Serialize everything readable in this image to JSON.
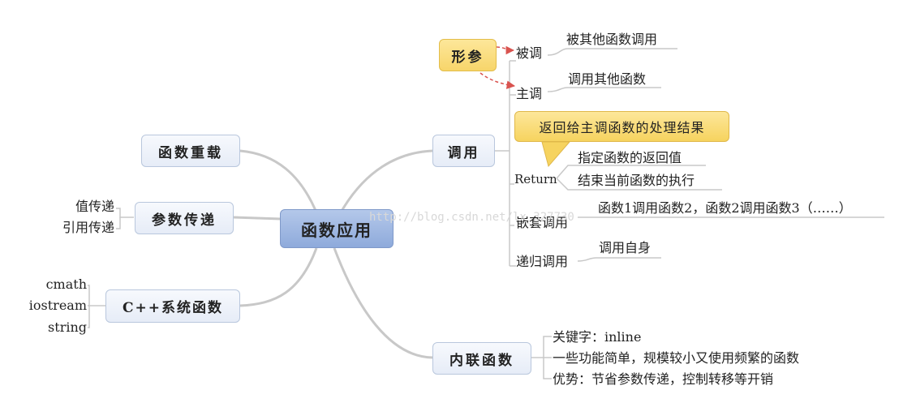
{
  "center": "函数应用",
  "left_nodes": {
    "overload": "函数重载",
    "params": "参数传递",
    "params_leaves": [
      "值传递",
      "引用传递"
    ],
    "cpp": "C++系统函数",
    "cpp_leaves": [
      "cmath",
      "iostream",
      "string"
    ]
  },
  "call": {
    "label": "调用",
    "formal": "形参",
    "called": "被调",
    "called_desc": "被其他函数调用",
    "caller": "主调",
    "caller_desc": "调用其他函数",
    "callout": "返回给主调函数的处理结果",
    "return_label": "Return",
    "return_leaves": [
      "指定函数的返回值",
      "结束当前函数的执行"
    ],
    "nested": "嵌套调用",
    "nested_desc": "函数1调用函数2，函数2调用函数3（……）",
    "recursive": "递归调用",
    "recursive_desc": "调用自身"
  },
  "inline": {
    "label": "内联函数",
    "leaves": [
      "关键字：inline",
      "一些功能简单，规模较小又使用频繁的函数",
      "优势：节省参数传递，控制转移等开销"
    ]
  },
  "watermark": "http://blog.csdn.net/lx_327730",
  "colors": {
    "center": "#8eaadb",
    "highlight": "#f7d56a",
    "arrow": "#d9534f",
    "line": "#c8c8c8"
  }
}
